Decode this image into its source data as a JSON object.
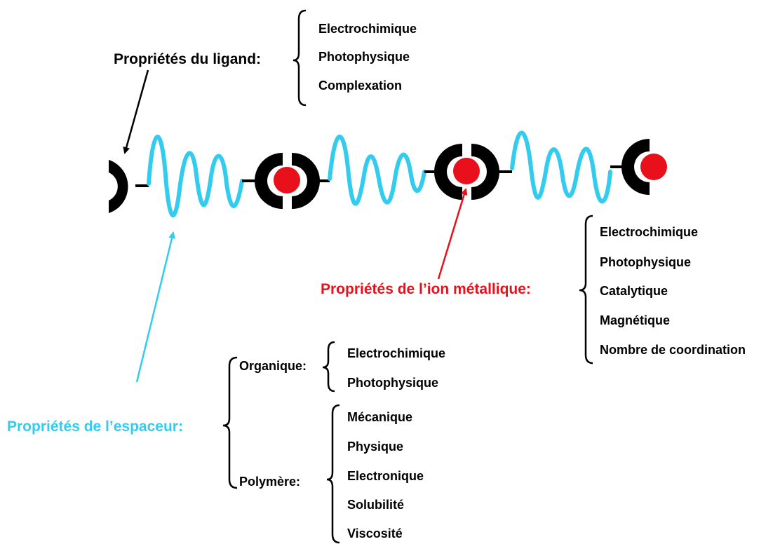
{
  "colors": {
    "ink": "#000000",
    "spacer": "#33CCEE",
    "metal": "#E8101A",
    "background": "#FFFFFF"
  },
  "ligand": {
    "title": "Propriétés du ligand:",
    "items": [
      "Electrochimique",
      "Photophysique",
      "Complexation"
    ]
  },
  "metal_ion": {
    "title": "Propriétés de l’ion métallique:",
    "items": [
      "Electrochimique",
      "Photophysique",
      "Catalytique",
      "Magnétique",
      "Nombre de coordination"
    ]
  },
  "spacer": {
    "title": "Propriétés de l’espaceur:",
    "groups": [
      {
        "label": "Organique:",
        "items": [
          "Electrochimique",
          "Photophysique"
        ]
      },
      {
        "label": "Polymère:",
        "items": [
          "Mécanique",
          "Physique",
          "Electronique",
          "Solubilité",
          "Viscosité"
        ]
      }
    ]
  }
}
